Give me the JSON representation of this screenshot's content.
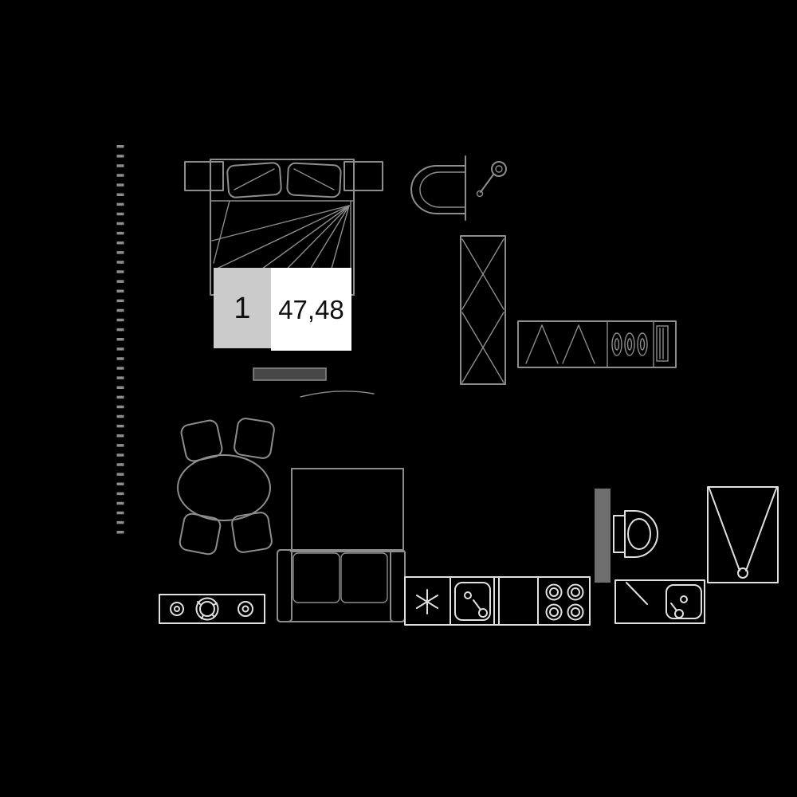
{
  "apartment": {
    "number": "1",
    "area": "47,48"
  },
  "colors": {
    "background": "#000000",
    "furniture_line": "#8d8d8d",
    "fixture_line": "#e0e0e0",
    "wall_fill": "#6f6f6f",
    "bench_fill": "#474747",
    "number_box_bg": "#cbcbcb",
    "area_box_bg": "#ffffff",
    "label_text": "#101010"
  },
  "icons": [
    "dimension-ticks",
    "double-bed-icon",
    "nightstand-icon",
    "pillow-icon",
    "bed-bench-icon",
    "rug-arc-icon",
    "washbasin-icon",
    "sprayer-icon",
    "tall-wardrobe-icon",
    "hallway-wardrobe-icon",
    "hanger-spiral-icon",
    "dining-table-icon",
    "chair-icon",
    "sofa-bed-icon",
    "snowflake-icon",
    "kitchen-sink-icon",
    "stove-burners-icon",
    "washer-drum-icon",
    "wall-segment",
    "toilet-icon",
    "bathroom-sink-icon",
    "shower-cabin-icon"
  ]
}
